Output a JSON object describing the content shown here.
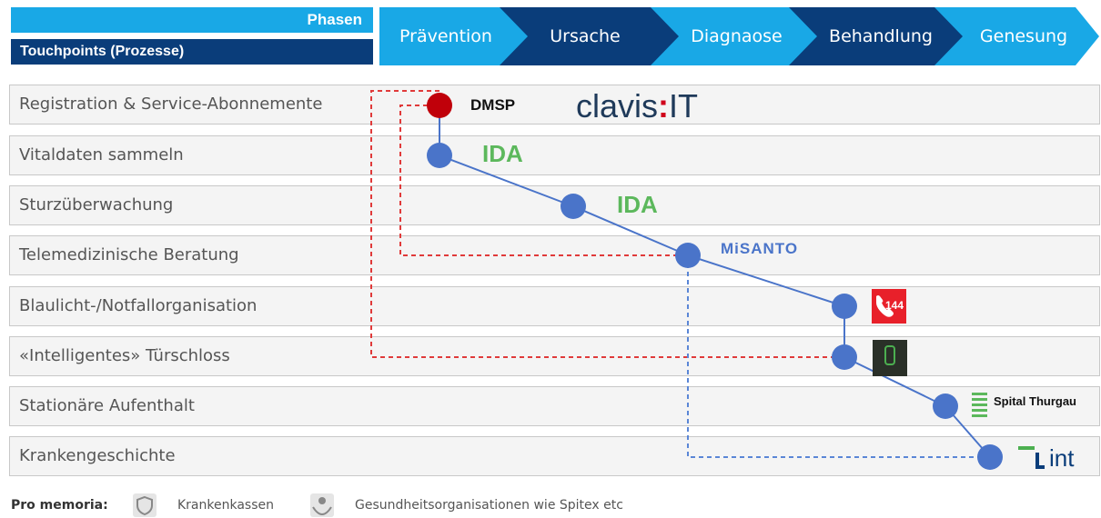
{
  "header": {
    "phasen_label": "Phasen",
    "touchpoints_label": "Touchpoints (Prozesse)",
    "phases": [
      "Prävention",
      "Ursache",
      "Diagnaose",
      "Behandlung",
      "Genesung"
    ]
  },
  "rows": [
    "Registration & Service-Abonnemente",
    "Vitaldaten sammeln",
    "Sturzüberwachung",
    "Telemedizinische Beratung",
    "Blaulicht-/Notfallorganisation",
    "«Intelligentes» Türschloss",
    "Stationäre Aufenthalt",
    "Krankengeschichte"
  ],
  "logos": {
    "dmsp": "DMSP",
    "clavis_main": "clavis",
    "clavis_it": "IT",
    "ida_1": "IDA",
    "ida_2": "IDA",
    "misanto": "MiSANTO",
    "emergency": "144",
    "spital": "Spital Thurgau",
    "bint": "int"
  },
  "footer": {
    "pro_memoria": "Pro memoria:",
    "item1": "Krankenkassen",
    "item2": "Gesundheitsorganisationen wie Spitex etc"
  },
  "colors": {
    "phase_light": "#19a8e6",
    "phase_dark": "#0a3d7a",
    "node_blue": "#4a74c9",
    "node_red": "#c0000a",
    "dash_red": "#e03a3a",
    "dash_blue": "#5a86d6",
    "ida_green": "#5cb85c"
  }
}
